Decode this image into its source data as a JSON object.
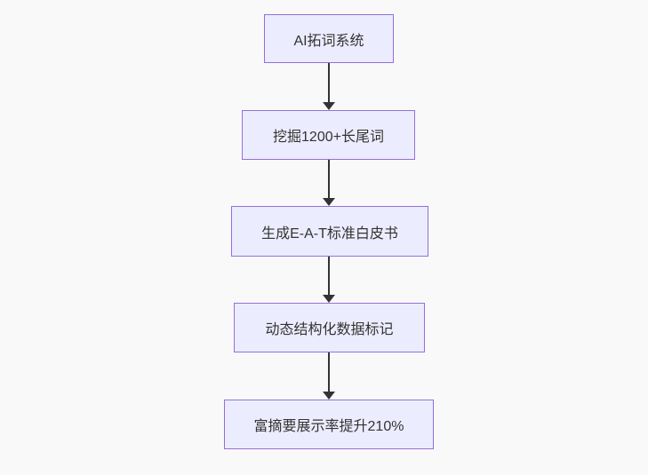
{
  "diagram": {
    "type": "flowchart",
    "direction": "top-down",
    "nodes": [
      {
        "label": "AI拓词系统"
      },
      {
        "label": "挖掘1200+长尾词"
      },
      {
        "label": "生成E-A-T标准白皮书"
      },
      {
        "label": "动态结构化数据标记"
      },
      {
        "label": "富摘要展示率提升210%"
      }
    ],
    "edges": [
      {
        "from": 0,
        "to": 1
      },
      {
        "from": 1,
        "to": 2
      },
      {
        "from": 2,
        "to": 3
      },
      {
        "from": 3,
        "to": 4
      }
    ]
  },
  "colors": {
    "background": "#f9f9f9",
    "node-fill": "#ececff",
    "node-border": "#9370db",
    "edge-line": "#333333",
    "text": "#333333"
  }
}
